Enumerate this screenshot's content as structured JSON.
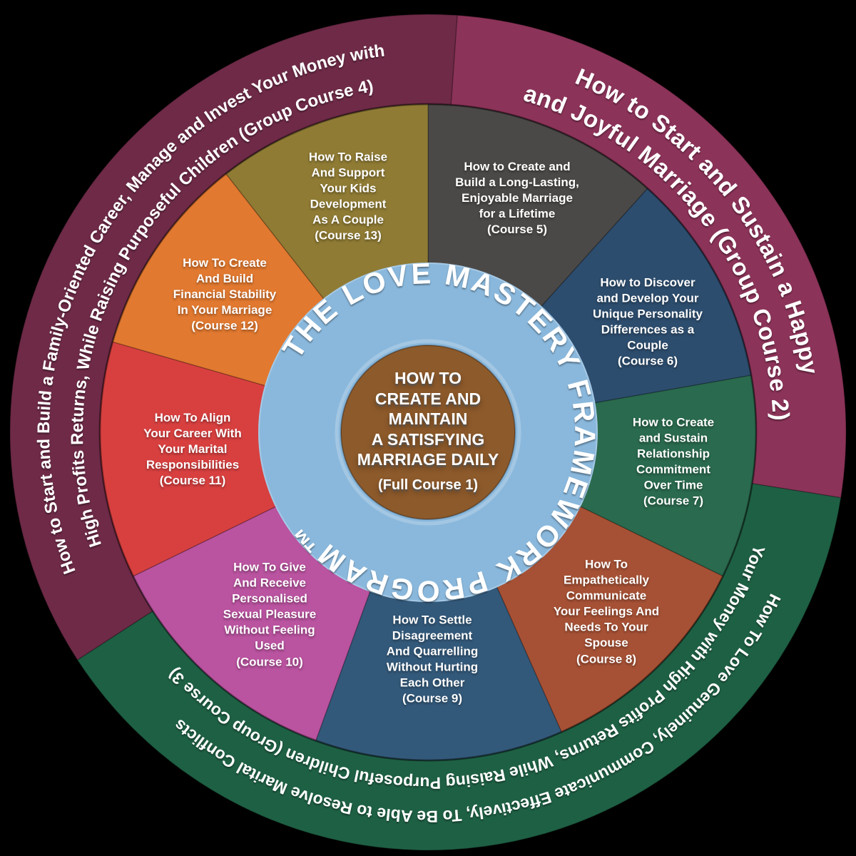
{
  "background_color": "#000000",
  "wheel": {
    "title_ring": {
      "text": "THE LOVE MASTERY FRAMEWORK PROGRAM™",
      "color": "#8ab8dc"
    },
    "center": {
      "color": "#8d5a2b",
      "title": "HOW TO\nCREATE AND\nMAINTAIN\nA SATISFYING\nMARRIAGE DAILY",
      "subtitle": "(Full Course 1)"
    },
    "outer_ring": [
      {
        "name": "Group Course 2",
        "color": "#8c3359",
        "line1": "How to Start and Sustain a Happy",
        "line2": "and Joyful Marriage (Group Course 2)"
      },
      {
        "name": "Group Course 3",
        "color": "#1e6044",
        "line1": "How To Love Genuinely, Communicate Effectively, To Be Able to Resolve Marital Conflicts",
        "line2": "Your Money with High Profits Returns, While Raising Purposeful Children (Group Course 3)"
      },
      {
        "name": "Group Course 4",
        "color": "#6e2a47",
        "line1": "How to Start and Build a Family-Oriented Career, Manage and Invest Your Money with",
        "line2": "High Profits Returns, While Raising Purposeful Children (Group Course 4)"
      }
    ],
    "courses": [
      {
        "name": "Course 5",
        "color": "#4b4947",
        "text": "How to Create and\nBuild a Long-Lasting,\nEnjoyable Marriage\nfor a Lifetime\n(Course 5)"
      },
      {
        "name": "Course 6",
        "color": "#2d4d6e",
        "text": "How to Discover\nand Develop Your\nUnique Personality\nDifferences as a\nCouple\n(Course 6)"
      },
      {
        "name": "Course 7",
        "color": "#2a6a4e",
        "text": "How to Create\nand Sustain\nRelationship\nCommitment\nOver Time\n(Course 7)"
      },
      {
        "name": "Course 8",
        "color": "#a65135",
        "text": "How To\nEmpathetically\nCommunicate\nYour Feelings And\nNeeds To Your\nSpouse\n(Course 8)"
      },
      {
        "name": "Course 9",
        "color": "#33597a",
        "text": "How To Settle\nDisagreement\nAnd Quarrelling\nWithout Hurting\nEach Other\n(Course 9)"
      },
      {
        "name": "Course 10",
        "color": "#ba53a0",
        "text": "How To Give\nAnd Receive\nPersonalised\nSexual Pleasure\nWithout Feeling\nUsed\n(Course 10)"
      },
      {
        "name": "Course 11",
        "color": "#d84040",
        "text": "How To Align\nYour Career With\nYour Marital\nResponsibilities\n(Course 11)"
      },
      {
        "name": "Course 12",
        "color": "#e17930",
        "text": "How To Create\nAnd Build\nFinancial Stability\nIn Your Marriage\n(Course 12)"
      },
      {
        "name": "Course 13",
        "color": "#8f7b34",
        "text": "How To Raise\nAnd Support\nYour Kids\nDevelopment\nAs A Couple\n(Course 13)"
      }
    ]
  }
}
